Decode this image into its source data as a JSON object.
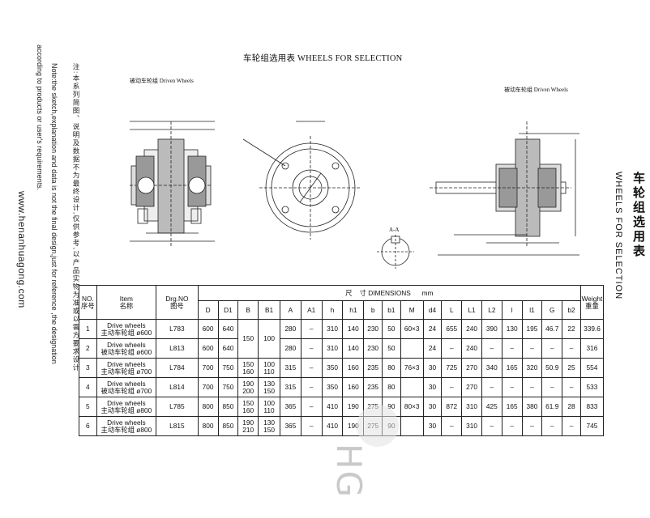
{
  "title": "车轮组选用表 WHEELS FOR SELECTION",
  "fig_left_caption": "被动车轮组 Driven Wheels",
  "fig_right_caption": "被动车轮组 Driven Wheels",
  "section_label": "A-A",
  "right_side": {
    "title_cn": "车轮组选用表",
    "title_en": "WHEELS FOR SELECTION"
  },
  "left_side": {
    "note_cn": "注:本系列简图、说明及数据不为最终设计,仅供参考,以产品实物为准或以需方要求设计",
    "note_en1": "Note:the sketch,explanation and data is not the final design,just for reference ,the designation",
    "note_en2": "according to products or user's requirements.",
    "website": "www.henanhuagong.com"
  },
  "watermark": "HG",
  "table": {
    "headers": {
      "no": "NO.\n序号",
      "item": "Item\n名称",
      "drg": "Drg.NO\n图号",
      "dimensions": "尺    寸 DIMENSIONS      mm",
      "weight": "Weight\n重量",
      "cols": [
        "D",
        "D1",
        "B",
        "B1",
        "A",
        "A1",
        "h",
        "h1",
        "b",
        "b1",
        "M",
        "d4",
        "L",
        "L1",
        "L2",
        "l",
        "l1",
        "G",
        "b2"
      ]
    },
    "rows": [
      {
        "no": "1",
        "item": "Drive wheels\n主动车轮组 ø600",
        "drg": "L783",
        "D": "600",
        "D1": "640",
        "B": "150",
        "B1": "100",
        "A": "280",
        "A1": "–",
        "h": "310",
        "h1": "140",
        "b": "230",
        "b1": "50",
        "M": "60×3",
        "d4": "24",
        "L": "655",
        "L1": "240",
        "L2": "390",
        "l": "130",
        "l1": "195",
        "G": "46.7",
        "b2": "22",
        "W": "339.6"
      },
      {
        "no": "2",
        "item": "Drive wheels\n被动车轮组 ø600",
        "drg": "L813",
        "D": "600",
        "D1": "640",
        "A": "280",
        "A1": "–",
        "h": "310",
        "h1": "140",
        "b": "230",
        "b1": "50",
        "M": "",
        "d4": "24",
        "L": "–",
        "L1": "240",
        "L2": "–",
        "l": "–",
        "l1": "–",
        "G": "–",
        "b2": "–",
        "W": "316"
      },
      {
        "no": "3",
        "item": "Drive wheels\n主动车轮组 ø700",
        "drg": "L784",
        "D": "700",
        "D1": "750",
        "B": "150\n160",
        "B1": "100\n110",
        "A": "315",
        "A1": "–",
        "h": "350",
        "h1": "160",
        "b": "235",
        "b1": "80",
        "M": "76×3",
        "d4": "30",
        "L": "725",
        "L1": "270",
        "L2": "340",
        "l": "165",
        "l1": "320",
        "G": "50.9",
        "b2": "25",
        "W": "554"
      },
      {
        "no": "4",
        "item": "Drive wheels\n被动车轮组 ø700",
        "drg": "L814",
        "D": "700",
        "D1": "750",
        "B": "190\n200",
        "B1": "130\n150",
        "A": "315",
        "A1": "–",
        "h": "350",
        "h1": "160",
        "b": "235",
        "b1": "80",
        "M": "",
        "d4": "30",
        "L": "–",
        "L1": "270",
        "L2": "–",
        "l": "–",
        "l1": "–",
        "G": "–",
        "b2": "–",
        "W": "533"
      },
      {
        "no": "5",
        "item": "Drive wheels\n主动车轮组 ø800",
        "drg": "L785",
        "D": "800",
        "D1": "850",
        "B": "150\n160",
        "B1": "100\n110",
        "A": "365",
        "A1": "–",
        "h": "410",
        "h1": "190",
        "b": "275",
        "b1": "90",
        "M": "80×3",
        "d4": "30",
        "L": "872",
        "L1": "310",
        "L2": "425",
        "l": "165",
        "l1": "380",
        "G": "61.9",
        "b2": "28",
        "W": "833"
      },
      {
        "no": "6",
        "item": "Drive wheels\n主动车轮组 ø800",
        "drg": "L815",
        "D": "800",
        "D1": "850",
        "B": "190\n210",
        "B1": "130\n150",
        "A": "365",
        "A1": "–",
        "h": "410",
        "h1": "190",
        "b": "275",
        "b1": "90",
        "M": "",
        "d4": "30",
        "L": "–",
        "L1": "310",
        "L2": "–",
        "l": "–",
        "l1": "–",
        "G": "–",
        "b2": "–",
        "W": "745"
      }
    ]
  }
}
